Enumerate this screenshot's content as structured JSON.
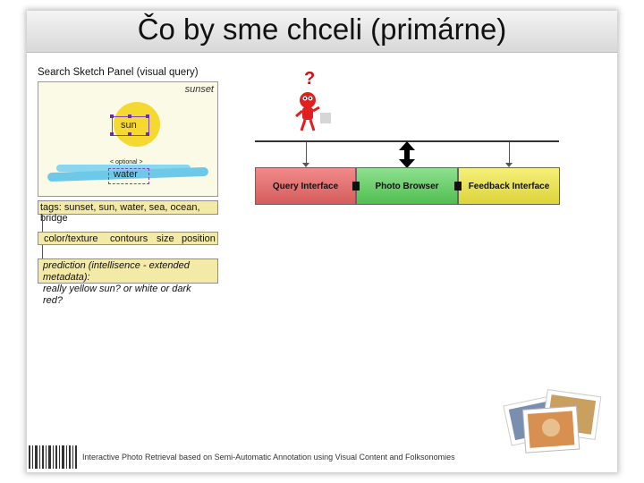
{
  "slide": {
    "title": "Čo by sme chceli (primárne)",
    "footer": "Interactive Photo Retrieval based on Semi-Automatic Annotation using Visual Content and Folksonomies"
  },
  "sketch_panel": {
    "title": "Search Sketch Panel (visual query)",
    "scene_label": "sunset",
    "sun_label": "sun",
    "optional_label": "< optional >",
    "water_label": "water"
  },
  "tags_line": "tags: sunset, sun, water, sea, ocean, bridge",
  "properties": [
    "color/texture",
    "contours",
    "size",
    "position"
  ],
  "prediction": {
    "line1": "prediction (intellisence - extended metadata):",
    "line2": "really yellow sun? or white or dark red?"
  },
  "diagram": {
    "mascot_symbol": "?",
    "blocks": [
      "Query Interface",
      "Photo Browser",
      "Feedback Interface"
    ],
    "colors": {
      "query": "#e06a6a",
      "photo": "#5fc85f",
      "feedback": "#e8e050"
    }
  }
}
